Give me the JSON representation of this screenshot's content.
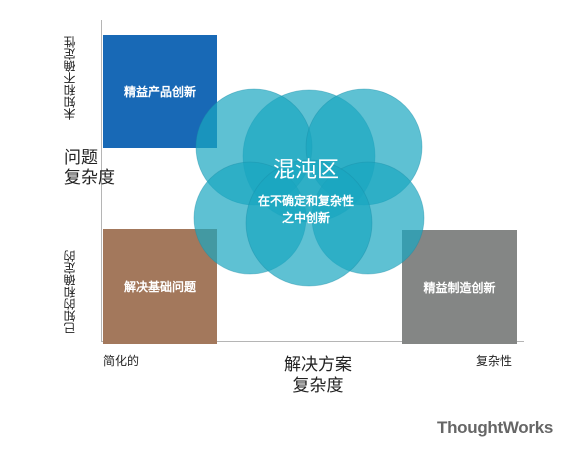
{
  "boxes": {
    "top_left": "精益产品创新",
    "bottom_left": "解决基础问题",
    "bottom_right": "精益制造创新"
  },
  "center": {
    "title": "混沌区",
    "subtitle_line1": "在不确定和复杂性",
    "subtitle_line2": "之中创新"
  },
  "y_axis": {
    "top_label": "未知和不确定性",
    "bottom_label": "已知的和确定的",
    "title_line1": "问题",
    "title_line2": "复杂度"
  },
  "x_axis": {
    "left_label": "简化的",
    "right_label": "复杂性",
    "title_line1": "解决方案",
    "title_line2": "复杂度"
  },
  "logo": "ThoughtWorks",
  "colors": {
    "blue": "#1869b6",
    "brown": "#a3785c",
    "gray": "#848685",
    "petal": "#1aa7c1"
  }
}
